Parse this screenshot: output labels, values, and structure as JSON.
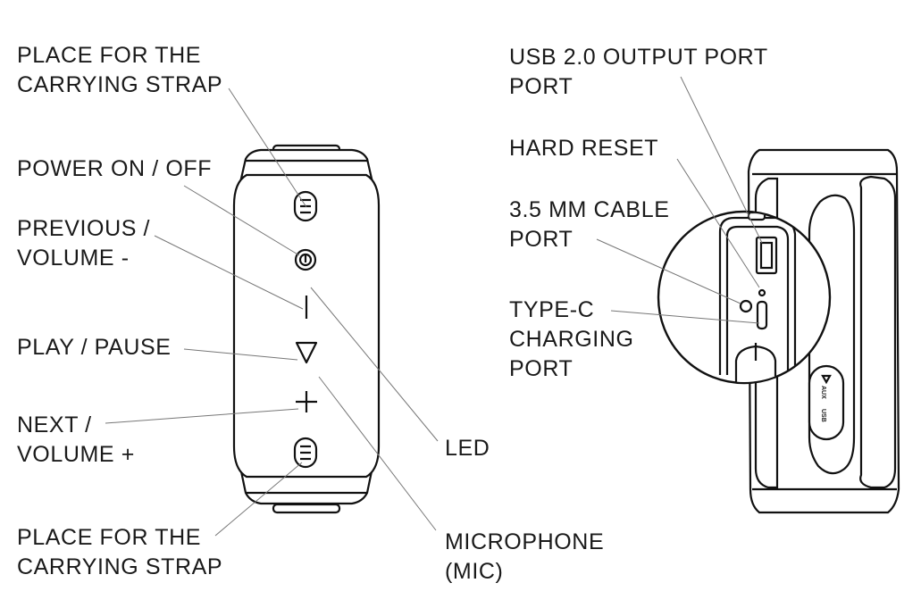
{
  "labels": {
    "strap_top_1": "PLACE FOR THE",
    "strap_top_2": "CARRYING STRAP",
    "power": "POWER ON / OFF",
    "previous_1": "PREVIOUS /",
    "previous_2": "VOLUME -",
    "play": "PLAY / PAUSE",
    "next_1": "NEXT /",
    "next_2": "VOLUME +",
    "strap_bottom_1": "PLACE FOR THE",
    "strap_bottom_2": "CARRYING STRAP",
    "led": "LED",
    "microphone_1": "MICROPHONE",
    "microphone_2": "(MIC)",
    "usb_1": "USB 2.0 OUTPUT PORT",
    "usb_2": "PORT",
    "reset": "HARD RESET",
    "cable_1": "3.5 MM CABLE",
    "cable_2": "PORT",
    "typec_1": "TYPE-C",
    "typec_2": "CHARGING",
    "typec_3": "PORT"
  },
  "side_panel": {
    "aux": "AUX",
    "usb": "USB"
  },
  "icons": {
    "power": "power-icon",
    "previous": "minus-icon",
    "play": "play-icon",
    "next": "plus-icon"
  }
}
